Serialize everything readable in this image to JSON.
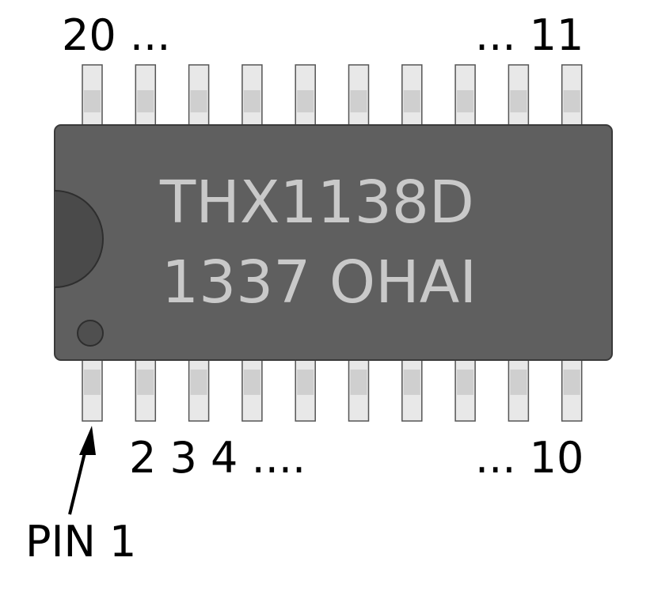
{
  "chip": {
    "line1": "THX1138D",
    "line2": "1337 OHAI",
    "pins_per_side": 10,
    "body_color": "#5f5f5f",
    "notch_color": "#4a4a4a",
    "text_color": "#c9c9c9",
    "pin_color": "#e8e8e8",
    "pin_band_color": "#cfcfcf"
  },
  "labels": {
    "top_left": "20 ...",
    "top_right": "... 11",
    "bottom_left": "2 3 4 ....",
    "bottom_right": "... 10",
    "pin1": "PIN 1"
  }
}
